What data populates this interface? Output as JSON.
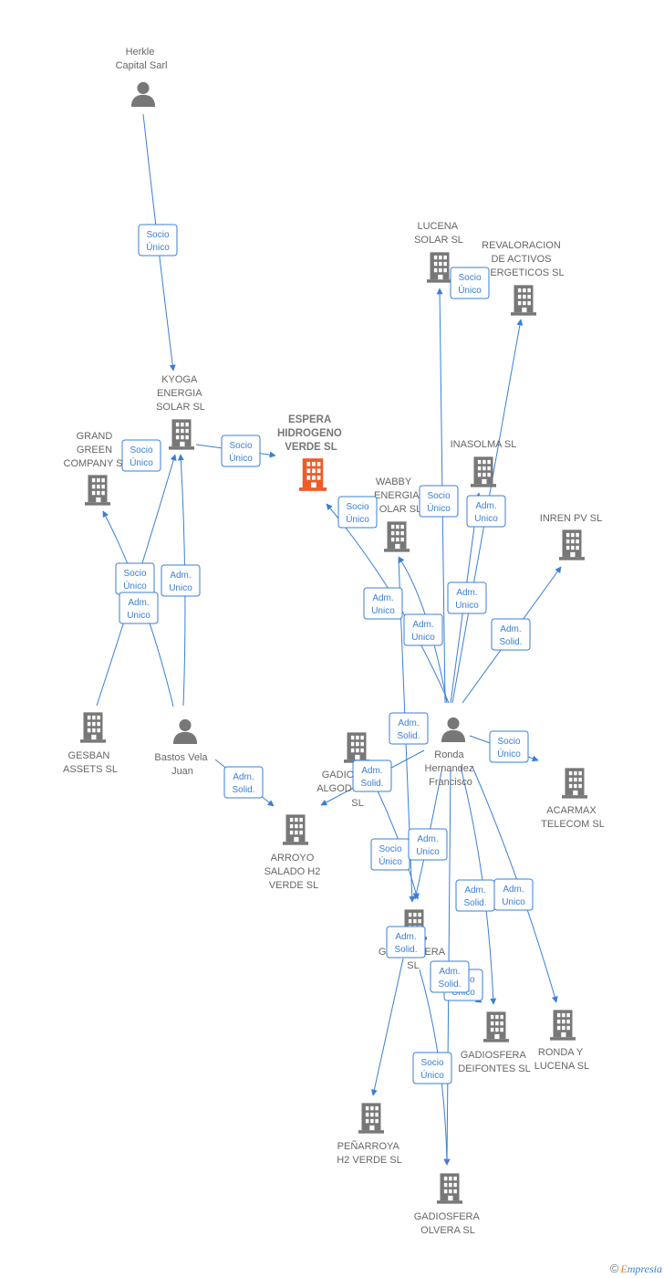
{
  "colors": {
    "accent": "#3a7fd5",
    "icon": "#777777",
    "focus": "#f05a28",
    "text": "#666666"
  },
  "nodes": [
    {
      "id": "herkle",
      "kind": "person",
      "lines": [
        "Herkle",
        "Capital Sarl"
      ],
      "label_pos": "above"
    },
    {
      "id": "kyoga",
      "kind": "company",
      "lines": [
        "KYOGA",
        "ENERGIA",
        "SOLAR  SL"
      ],
      "label_pos": "above"
    },
    {
      "id": "grand",
      "kind": "company",
      "lines": [
        "GRAND",
        "GREEN",
        "COMPANY  S"
      ],
      "label_pos": "above"
    },
    {
      "id": "espera",
      "kind": "focus",
      "lines": [
        "ESPERA",
        "HIDROGENO",
        "VERDE  SL"
      ],
      "label_pos": "above"
    },
    {
      "id": "lucena",
      "kind": "company",
      "lines": [
        "LUCENA",
        "SOLAR SL"
      ],
      "label_pos": "above"
    },
    {
      "id": "revaloracion",
      "kind": "company",
      "lines": [
        "REVALORACION",
        "DE ACTIVOS",
        "ERGETICOS SL"
      ],
      "label_pos": "above"
    },
    {
      "id": "inasolma",
      "kind": "company",
      "lines": [
        "INASOLMA  SL"
      ],
      "label_pos": "above"
    },
    {
      "id": "wabby",
      "kind": "company",
      "lines": [
        "WABBY",
        "ENERGIA",
        "OLAR  SL"
      ],
      "label_pos": "above"
    },
    {
      "id": "inren",
      "kind": "company",
      "lines": [
        "INREN PV  SL"
      ],
      "label_pos": "above"
    },
    {
      "id": "gesban",
      "kind": "company",
      "lines": [
        "GESBAN",
        "ASSETS  SL"
      ],
      "label_pos": "below"
    },
    {
      "id": "bastos",
      "kind": "person",
      "lines": [
        "Bastos Vela",
        "Juan"
      ],
      "label_pos": "below"
    },
    {
      "id": "ronda_person",
      "kind": "person",
      "lines": [
        "Ronda",
        "Hernandez",
        "Francisco"
      ],
      "label_pos": "below"
    },
    {
      "id": "gadiosfera_algod",
      "kind": "company",
      "lines": [
        "GADIO",
        "ALGOD",
        "SL"
      ],
      "label_pos": "below"
    },
    {
      "id": "acarmax",
      "kind": "company",
      "lines": [
        "ACARMAX",
        "TELECOM  SL"
      ],
      "label_pos": "below"
    },
    {
      "id": "arroyo",
      "kind": "company",
      "lines": [
        "ARROYO",
        "SALADO H2",
        "VERDE  SL"
      ],
      "label_pos": "below"
    },
    {
      "id": "gadiosfera_mid",
      "kind": "company",
      "lines": [
        "GA",
        "ERA",
        "SL"
      ],
      "label_pos": "below"
    },
    {
      "id": "gadiosfera_deifontes",
      "kind": "company",
      "lines": [
        "GADIOSFERA",
        "DEIFONTES  SL"
      ],
      "label_pos": "below"
    },
    {
      "id": "ronda_lucena",
      "kind": "company",
      "lines": [
        "RONDA Y",
        "LUCENA SL"
      ],
      "label_pos": "below"
    },
    {
      "id": "penarroya",
      "kind": "company",
      "lines": [
        "PEÑARROYA",
        "H2 VERDE  SL"
      ],
      "label_pos": "below"
    },
    {
      "id": "gadiosfera_olvera",
      "kind": "company",
      "lines": [
        "GADIOSFERA",
        "OLVERA  SL"
      ],
      "label_pos": "below"
    }
  ],
  "relations": [
    [
      "Socio",
      "Único"
    ],
    [
      "Socio",
      "Único"
    ],
    [
      "Socio",
      "Único"
    ],
    [
      "Socio",
      "Único"
    ],
    [
      "Adm.",
      "Unico"
    ],
    [
      "Adm.",
      "Unico"
    ],
    [
      "Adm.",
      "Solid."
    ],
    [
      "Socio",
      "Único"
    ],
    [
      "Socio",
      "Único"
    ],
    [
      "Socio",
      "Único"
    ],
    [
      "Adm.",
      "Unico"
    ],
    [
      "Adm.",
      "Unico"
    ],
    [
      "Adm.",
      "Unico"
    ],
    [
      "Adm.",
      "Unico"
    ],
    [
      "Adm.",
      "Solid."
    ],
    [
      "Adm.",
      "Solid."
    ],
    [
      "Adm.",
      "Solid."
    ],
    [
      "Socio",
      "Único"
    ],
    [
      "Socio",
      "Único"
    ],
    [
      "Adm.",
      "Unico"
    ],
    [
      "Adm.",
      "Solid."
    ],
    [
      "Adm.",
      "Unico"
    ],
    [
      "Adm.",
      "Solid."
    ],
    [
      "Socio",
      "Único"
    ],
    [
      "Adm.",
      "Solid."
    ],
    [
      "Socio",
      "Único"
    ]
  ],
  "footer": {
    "copyright": "©",
    "brand_first": "E",
    "brand_rest": "mpresia"
  }
}
